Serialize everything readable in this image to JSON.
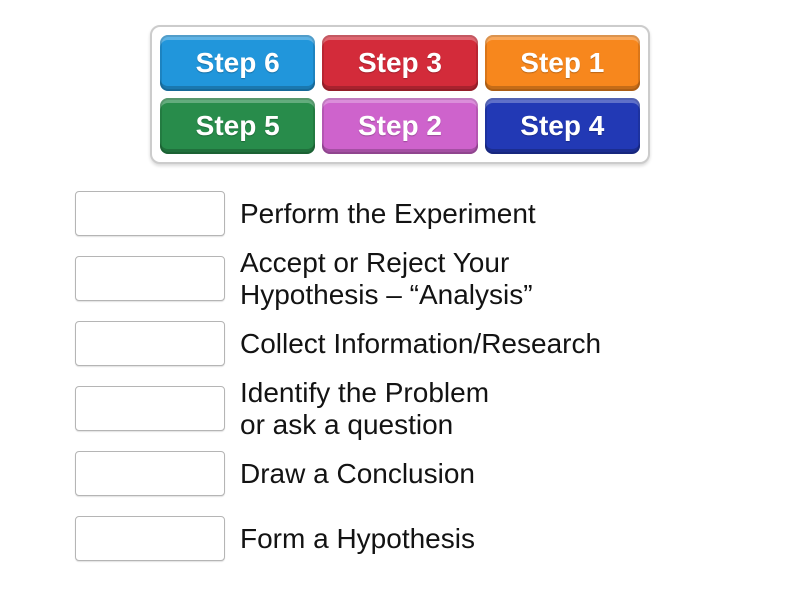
{
  "colors": {
    "page_bg": "#ffffff",
    "text": "#131313",
    "chip_text": "#ffffff",
    "tray_border": "#cccccc",
    "box_border": "#b5b5b5"
  },
  "tray": {
    "chips": [
      {
        "label": "Step 6",
        "color": "#2196DB"
      },
      {
        "label": "Step 3",
        "color": "#D32B3A"
      },
      {
        "label": "Step 1",
        "color": "#F7871D"
      },
      {
        "label": "Step 5",
        "color": "#288C4B"
      },
      {
        "label": "Step 2",
        "color": "#CE63CC"
      },
      {
        "label": "Step 4",
        "color": "#2239B5"
      }
    ]
  },
  "items": [
    {
      "line1": "Perform the Experiment"
    },
    {
      "line1": "Accept or Reject Your",
      "line2": "Hypothesis – “Analysis”"
    },
    {
      "line1": "Collect Information/Research"
    },
    {
      "line1": "Identify the Problem",
      "line2": "or ask a question"
    },
    {
      "line1": "Draw a Conclusion"
    },
    {
      "line1": "Form a Hypothesis"
    }
  ]
}
